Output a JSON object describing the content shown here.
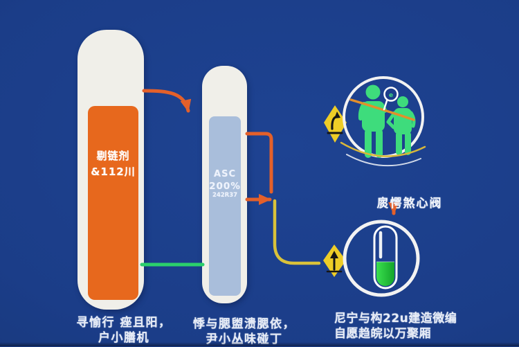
{
  "colors": {
    "background": "#1c3e8c",
    "bar_casing": "#f0efe9",
    "bar_left_fill": "#e7681d",
    "bar_middle_fill": "#a9bedb",
    "connector_orange": "#e4602a",
    "connector_yellow": "#d9c23a",
    "connector_green": "#2bd06c",
    "badge_yellow": "#eecd27",
    "badge_glyph_dark": "#161616",
    "figure_green": "#3edc7c",
    "swoosh_orange": "#e28f2b",
    "arc_yellow": "#d9b73a",
    "ring_white": "#f2f2f2",
    "pill_green_light": "#3ae04e",
    "pill_green_dark": "#14a42a",
    "text_white": "#e7ecf6"
  },
  "bar_left": {
    "label_line1": "剔链剂",
    "label_line2": "&112川"
  },
  "bar_middle": {
    "label_line1": "ASC",
    "label_line2": "200%",
    "label_line3": "242R37"
  },
  "pill": {
    "label": "扊愕煞心阀"
  },
  "magnifier": {
    "letter": "e"
  },
  "captions": {
    "left": {
      "line1": "寻愉行 痤且阳，",
      "line2": "户小膳机"
    },
    "middle": {
      "line1": "悸与腮盥溃腮依，",
      "line2": "尹小丛味碰丁"
    },
    "right": {
      "line1": "尼宁与构22u建造微编",
      "line2": "自愿趋皖以万聚厢"
    }
  }
}
